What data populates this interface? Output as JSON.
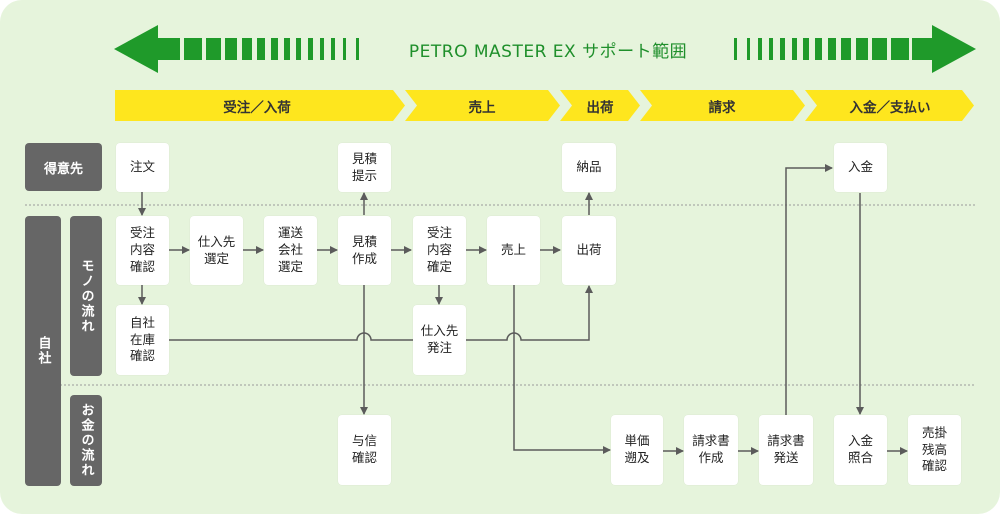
{
  "range": {
    "title": "PETRO MASTER EX サポート範囲",
    "color": "#1f9a2a"
  },
  "phases": [
    {
      "id": "phase-order",
      "label": "受注／入荷"
    },
    {
      "id": "phase-sales",
      "label": "売上"
    },
    {
      "id": "phase-ship",
      "label": "出荷"
    },
    {
      "id": "phase-billing",
      "label": "請求"
    },
    {
      "id": "phase-payment",
      "label": "入金／支払い"
    }
  ],
  "lanes": {
    "customer": "得意先",
    "company": "自社",
    "goods_flow": "モノの流れ",
    "money_flow": "お金の流れ"
  },
  "nodes": {
    "order": "注文",
    "quote_present": "見積\n提示",
    "delivery": "納品",
    "payment_in_customer": "入金",
    "order_confirm": "受注\n内容\n確認",
    "supplier_select": "仕入先\n選定",
    "carrier_select": "運送\n会社\n選定",
    "quote_create": "見積\n作成",
    "order_finalize": "受注\n内容\n確定",
    "sales": "売上",
    "shipping": "出荷",
    "stock_check": "自社\n在庫\n確認",
    "supplier_order": "仕入先\n発注",
    "credit_check": "与信\n確認",
    "unit_price": "単価\n遡及",
    "invoice_create": "請求書\n作成",
    "invoice_send": "請求書\n発送",
    "payment_match": "入金\n照合",
    "receivable_check": "売掛\n残高\n確認"
  },
  "colors": {
    "phase_yellow": "#fee61e",
    "lane_gray": "#666666",
    "background": "#e6f4dc",
    "arrow_gray": "#5b5b5b"
  }
}
